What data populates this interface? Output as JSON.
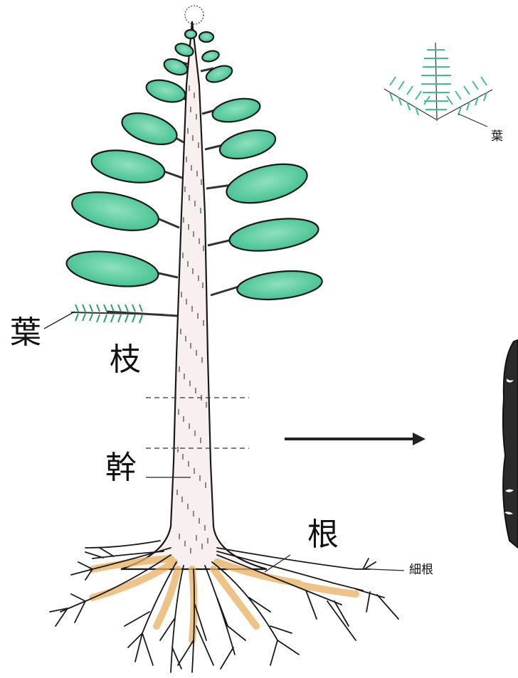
{
  "labels": {
    "leaf_inset": "葉",
    "leaf": "葉",
    "branch": "枝",
    "trunk": "幹",
    "root": "根",
    "fine_root": "細根"
  },
  "colors": {
    "foliage": "#4cc99a",
    "foliage_light": "#8fe0bf",
    "root_tint": "#e8b060",
    "ink": "#1a1a1a",
    "trunk_fill": "#f5eeee",
    "bark_section": "#2a2a2a"
  },
  "icons": [
    "tree-diagram",
    "fir-sprig-inset",
    "arrow-right-icon",
    "bark-cross-section"
  ]
}
